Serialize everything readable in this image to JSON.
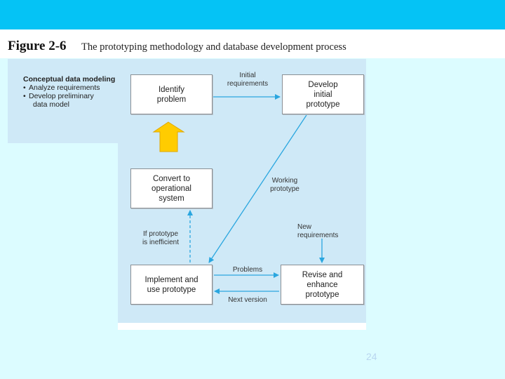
{
  "figure": {
    "number": "Figure 2-6",
    "caption": "The prototyping methodology and database development process"
  },
  "conceptual_modeling": {
    "heading": "Conceptual data modeling",
    "bullets": [
      "Analyze requirements",
      "Develop preliminary"
    ],
    "continuation": "data model"
  },
  "boxes": {
    "identify": "Identify\nproblem",
    "develop": "Develop\ninitial\nprototype",
    "convert": "Convert to\noperational\nsystem",
    "implement": "Implement and\nuse prototype",
    "revise": "Revise and\nenhance\nprototype"
  },
  "labels": {
    "initial_requirements": "Initial\nrequirements",
    "working_prototype": "Working\nprototype",
    "if_inefficient": "If prototype\nis inefficient",
    "new_requirements": "New\nrequirements",
    "problems": "Problems",
    "next_version": "Next version"
  },
  "colors": {
    "top_bar": "#05c3f5",
    "background": "#dcfcff",
    "panel": "#cfe9f7",
    "arrow": "#2aa6df",
    "highlight_arrow": "#ffcc00"
  },
  "page_number": "24"
}
